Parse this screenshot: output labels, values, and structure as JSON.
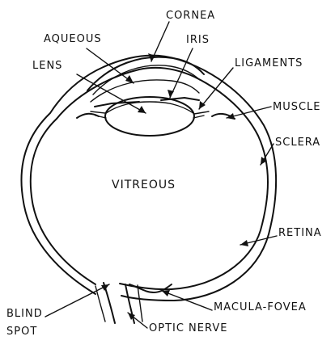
{
  "labels": {
    "cornea": "CORNEA",
    "aqueous": "AQUEOUS",
    "iris": "IRIS",
    "lens": "LENS",
    "ligaments": "LIGAMENTS",
    "muscle": "MUSCLE",
    "sclera": "SCLERA",
    "vitreous": "VITREOUS",
    "retina": "RETINA",
    "blind_spot_line1": "BLIND",
    "blind_spot_line2": "SPOT",
    "macula_fovea": "MACULA-FOVEA",
    "optic_nerve": "OPTIC NERVE"
  }
}
